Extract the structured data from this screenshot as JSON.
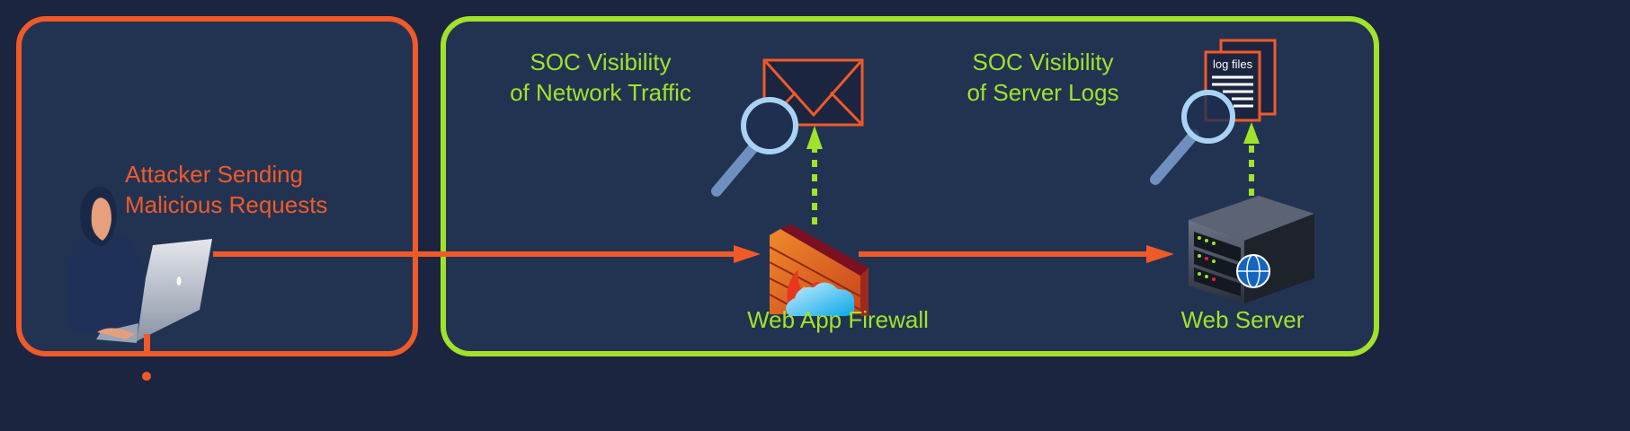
{
  "colors": {
    "background": "#1b2540",
    "panel": "#223352",
    "attacker_accent": "#f05a28",
    "soc_accent": "#a0e32a",
    "magnifier": "#a9d3f5"
  },
  "attacker": {
    "label_line1": "Attacker Sending",
    "label_line2": "Malicious Requests",
    "icon": "hacker-laptop-icon"
  },
  "network_visibility": {
    "label_line1": "SOC Visibility",
    "label_line2": "of Network Traffic",
    "icon": "envelope-magnifier-icon"
  },
  "server_visibility": {
    "label_line1": "SOC Visibility",
    "label_line2": "of Server Logs",
    "icon": "log-files-magnifier-icon",
    "doc_label": "log files"
  },
  "firewall": {
    "label": "Web App Firewall",
    "icon": "firewall-icon"
  },
  "server": {
    "label": "Web Server",
    "icon": "server-icon"
  }
}
